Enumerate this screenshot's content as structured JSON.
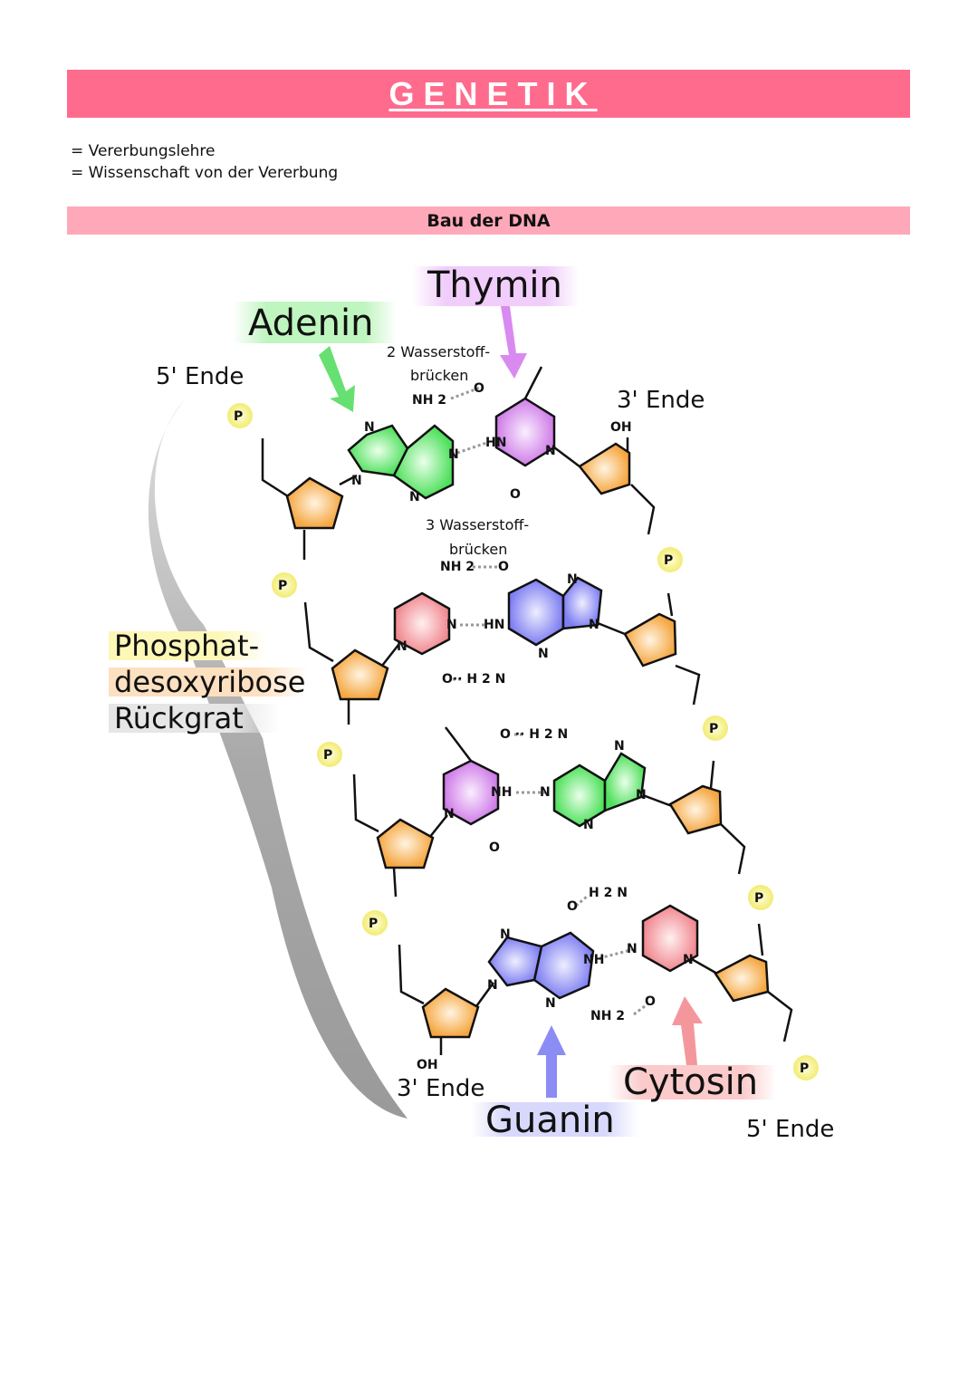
{
  "title": "GENETIK",
  "definitions": [
    "= Vererbungslehre",
    "= Wissenschaft von der Vererbung"
  ],
  "section_title": "Bau der DNA",
  "diagram": {
    "labels": {
      "adenin": "Adenin",
      "thymin": "Thymin",
      "guanin": "Guanin",
      "cytosin": "Cytosin",
      "backbone": [
        "Phosphat-",
        "desoxyribose",
        "Rückgrat"
      ],
      "five_end_top": "5' Ende",
      "three_end_top": "3' Ende",
      "three_end_bottom": "3' Ende",
      "five_end_bottom": "5' Ende",
      "h_bonds_2": [
        "2 Wasserstoff-",
        "brücken"
      ],
      "h_bonds_3": [
        "3 Wasserstoff-",
        "brücken"
      ]
    },
    "colors": {
      "adenine": "#5ee86a",
      "thymine": "#d98af0",
      "guanine": "#8c8cf5",
      "cytosine": "#f4979d",
      "sugar": "#f7b04c",
      "phosphate": "#f4f07a"
    }
  }
}
